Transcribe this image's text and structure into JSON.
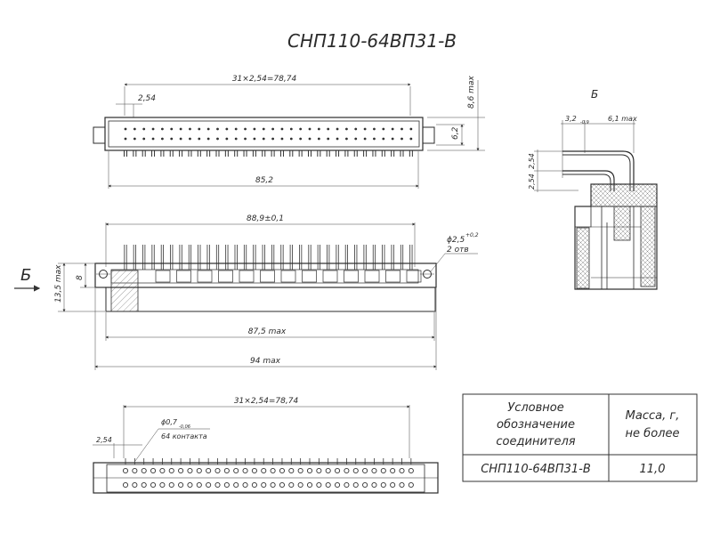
{
  "title": "СНП110-64ВП31-В",
  "view_b_label": "Б",
  "arrow_b_label": "Б",
  "dims": {
    "top_pitch": "31×2,54=78,74",
    "top_pitch_single": "2,54",
    "top_overall": "85,2",
    "top_height": "8,6 max",
    "top_pins": "6,2",
    "front_width": "88,9±0,1",
    "hole_dia": "ϕ2,5",
    "hole_tol": "+0,2",
    "hole_count": "2 отв",
    "front_h1": "8",
    "front_h2": "13,5 max",
    "front_mid": "87,5 max",
    "front_total": "94 max",
    "bot_pitch": "31×2,54=78,74",
    "bot_pitch_single": "2,54",
    "contact_dia": "ϕ0,7",
    "contact_tol": "-0,06",
    "contact_count": "64 контакта",
    "side_a": "3,2",
    "side_a_tol": "-0,9",
    "side_b": "6,1 max",
    "side_p1": "2,54",
    "side_p2": "2,54"
  },
  "table": {
    "header_left_line1": "Условное",
    "header_left_line2": "обозначение",
    "header_left_line3": "соединителя",
    "header_right_line1": "Масса, г,",
    "header_right_line2": "не более",
    "row_left": "СНП110-64ВП31-В",
    "row_right": "11,0"
  },
  "colors": {
    "ink": "#2b2b2b",
    "hatch": "#777777"
  }
}
